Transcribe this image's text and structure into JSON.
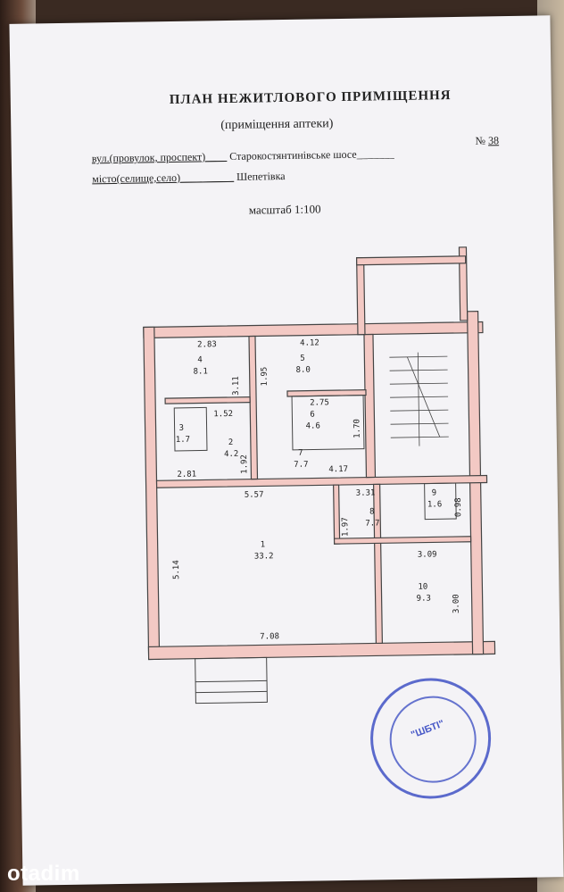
{
  "document": {
    "title": "ПЛАН  НЕЖИТЛОВОГО ПРИМІЩЕННЯ",
    "subtitle": "(приміщення аптеки)",
    "street_label": "вул.(провулок, проспект)____",
    "street_value": "Старокостянтинівське шосе_______",
    "number_label": "№",
    "number_value": "38",
    "city_label": "місто(селище,село)__________",
    "city_value": "Шепетівка",
    "scale": "масштаб 1:100"
  },
  "rooms": [
    {
      "id": "1",
      "area": "33.2"
    },
    {
      "id": "2",
      "area": "4.2"
    },
    {
      "id": "3",
      "area": "1.7"
    },
    {
      "id": "4",
      "area": "8.1"
    },
    {
      "id": "5",
      "area": "8.0"
    },
    {
      "id": "6",
      "area": "4.6"
    },
    {
      "id": "7",
      "area": "7.7"
    },
    {
      "id": "8",
      "area": "7.7"
    },
    {
      "id": "9",
      "area": "1.6"
    },
    {
      "id": "10",
      "area": "9.3"
    }
  ],
  "dimensions": {
    "d1": "2.83",
    "d2": "4.12",
    "d3": "3.11",
    "d4": "1.95",
    "d5": "2.75",
    "d6": "1.70",
    "d7": "1.52",
    "d8": "1.92",
    "d9": "2.81",
    "d10": "4.17",
    "d11": "5.57",
    "d12": "3.31",
    "d13": "0.98",
    "d14": "1.97",
    "d15": "5.14",
    "d16": "3.09",
    "d17": "3.00",
    "d18": "7.08"
  },
  "stamp": {
    "text": "\"ШБТІ\""
  },
  "watermark": "otadim",
  "colors": {
    "wall_fill": "#f3c9c4",
    "wall_stroke": "#444444",
    "stamp": "#283cbe"
  }
}
